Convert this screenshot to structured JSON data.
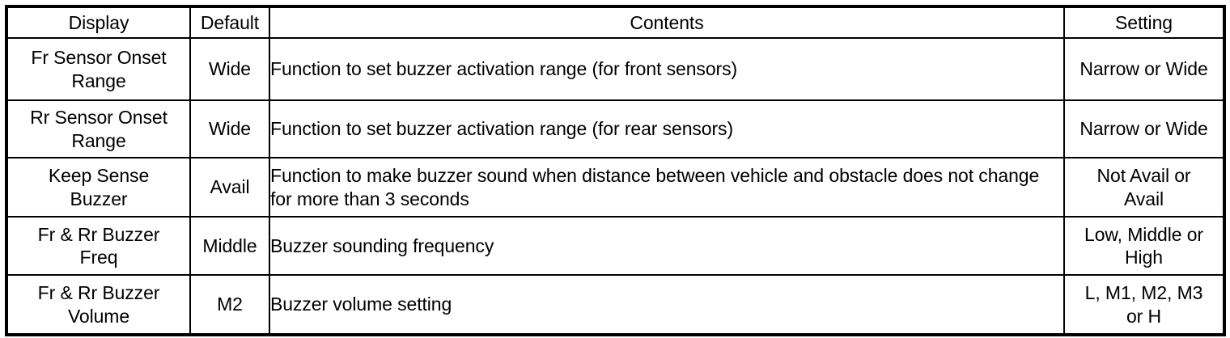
{
  "table": {
    "headers": {
      "display": "Display",
      "default": "Default",
      "contents": "Contents",
      "setting": "Setting"
    },
    "rows": [
      {
        "display_line1": "Fr Sensor Onset",
        "display_line2": "Range",
        "default": "Wide",
        "contents": "Function to set buzzer activation range (for front sensors)",
        "setting_line1": "Narrow or Wide",
        "setting_line2": ""
      },
      {
        "display_line1": "Rr Sensor Onset",
        "display_line2": "Range",
        "default": "Wide",
        "contents": "Function to set buzzer activation range (for rear sensors)",
        "setting_line1": "Narrow or Wide",
        "setting_line2": ""
      },
      {
        "display_line1": "Keep Sense",
        "display_line2": "Buzzer",
        "default": "Avail",
        "contents": "Function to make buzzer sound when distance between vehicle and obstacle does not change for more than 3 seconds",
        "setting_line1": "Not Avail or",
        "setting_line2": "Avail"
      },
      {
        "display_line1": "Fr & Rr Buzzer",
        "display_line2": "Freq",
        "default": "Middle",
        "contents": "Buzzer sounding frequency",
        "setting_line1": "Low, Middle or",
        "setting_line2": "High"
      },
      {
        "display_line1": "Fr & Rr Buzzer",
        "display_line2": "Volume",
        "default": "M2",
        "contents": "Buzzer volume setting",
        "setting_line1": "L, M1, M2, M3",
        "setting_line2": "or H"
      }
    ],
    "colors": {
      "border": "#000000",
      "text": "#000000",
      "background": "#ffffff"
    }
  }
}
